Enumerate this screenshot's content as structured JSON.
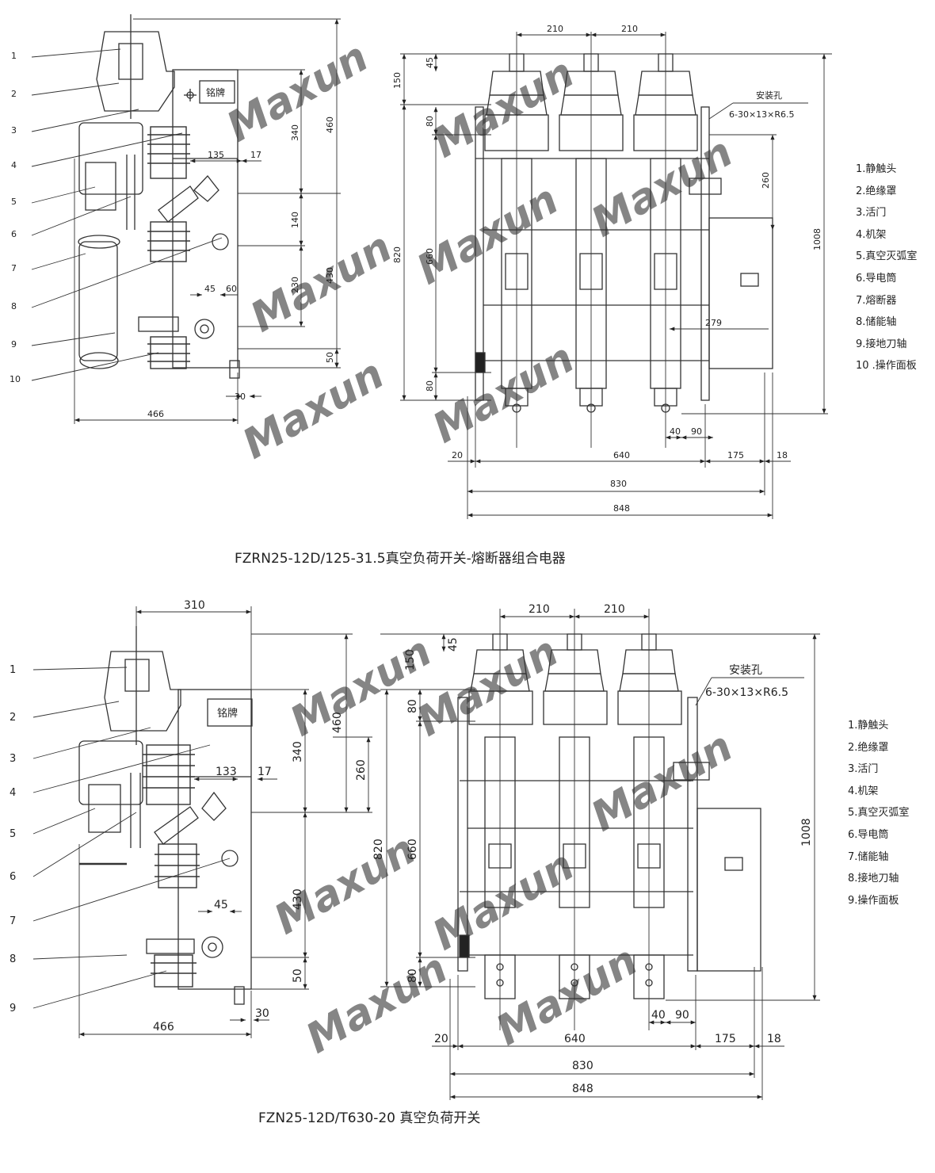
{
  "top": {
    "title": "FZRN25-12D/125-31.5真空负荷开关-熔断器组合电器",
    "nameplate": "铭牌",
    "mounting_label": "安装孔",
    "mounting_spec": "6-30×13×R6.5",
    "callouts": [
      "1",
      "2",
      "3",
      "4",
      "5",
      "6",
      "7",
      "8",
      "9",
      "10"
    ],
    "legend": [
      "1.静触头",
      "2.绝缘罩",
      "3.活门",
      "4.机架",
      "5.真空灭弧室",
      "6.导电筒",
      "7.熔断器",
      "8.储能轴",
      "9.接地刀轴",
      "10 .操作面板"
    ],
    "dims": {
      "d460": "460",
      "d340": "340",
      "d140": "140",
      "d230": "230",
      "d430": "430",
      "d50": "50",
      "d135": "135",
      "d17": "17",
      "d45": "45",
      "d60": "60",
      "d30": "30",
      "d466": "466",
      "d210a": "210",
      "d210b": "210",
      "d45v": "45",
      "d150": "150",
      "d80a": "80",
      "d820": "820",
      "d660": "660",
      "d80b": "80",
      "d260": "260",
      "d1008": "1008",
      "d279": "279",
      "d40": "40",
      "d90": "90",
      "d20": "20",
      "d640": "640",
      "d175": "175",
      "d18": "18",
      "d830": "830",
      "d848": "848"
    }
  },
  "bottom": {
    "title": "FZN25-12D/T630-20  真空负荷开关",
    "nameplate": "铭牌",
    "mounting_label": "安装孔",
    "mounting_spec": "6-30×13×R6.5",
    "callouts": [
      "1",
      "2",
      "3",
      "4",
      "5",
      "6",
      "7",
      "8",
      "9"
    ],
    "legend": [
      "1.静触头",
      "2.绝缘罩",
      "3.活门",
      "4.机架",
      "5.真空灭弧室",
      "6.导电筒",
      "7.储能轴",
      "8.接地刀轴",
      "9.操作面板"
    ],
    "dims": {
      "d310": "310",
      "d460": "460",
      "d340": "340",
      "d260": "260",
      "d133": "133",
      "d17": "17",
      "d430": "430",
      "d45": "45",
      "d50": "50",
      "d30": "30",
      "d466": "466",
      "d210a": "210",
      "d210b": "210",
      "d45v": "45",
      "d150": "150",
      "d80a": "80",
      "d820": "820",
      "d660": "660",
      "d80b": "80",
      "d1008": "1008",
      "d40": "40",
      "d90": "90",
      "d20": "20",
      "d640": "640",
      "d175": "175",
      "d18": "18",
      "d830": "830",
      "d848": "848"
    }
  },
  "watermark": "Maxun"
}
